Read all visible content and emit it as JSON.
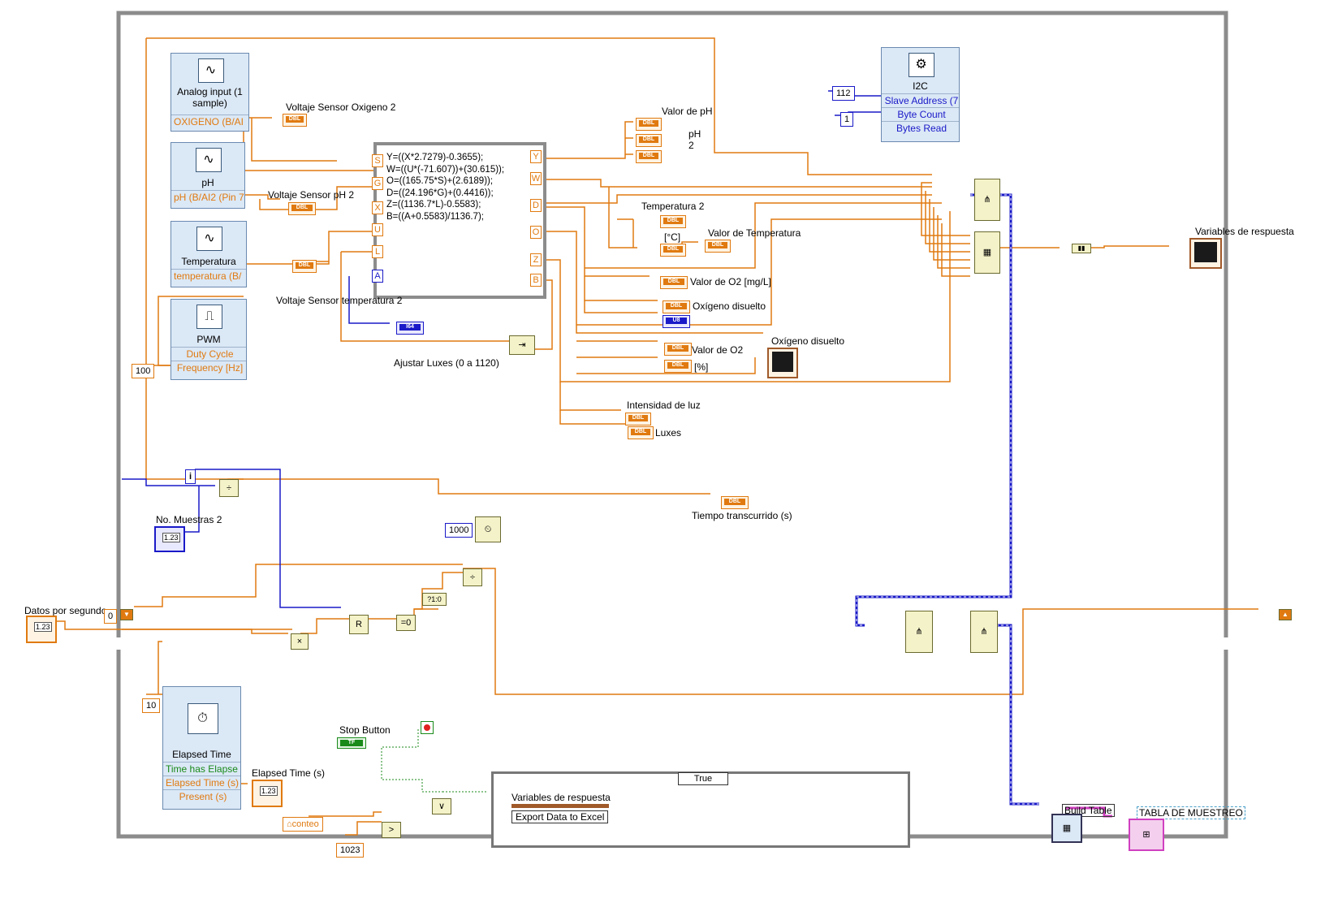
{
  "diagram": {
    "subvis": {
      "analog_input": {
        "title": "Analog input (1 sample)",
        "terminal": "OXIGENO (B/AI"
      },
      "ph": {
        "title": "pH",
        "terminal": "pH (B/AI2 (Pin 7"
      },
      "temperatura": {
        "title": "Temperatura",
        "terminal": "temperatura (B/"
      },
      "pwm": {
        "title": "PWM",
        "terminals": [
          "Duty Cycle",
          "Frequency [Hz]"
        ]
      },
      "i2c": {
        "title": "I2C",
        "terminals": [
          "Slave Address (7",
          "Byte Count",
          "Bytes Read"
        ]
      },
      "elapsed": {
        "title": "Elapsed Time",
        "terminals": [
          "Time has Elapse",
          "Elapsed Time (s)",
          "Present (s)"
        ]
      }
    },
    "labels": {
      "voltaje_oxigeno": "Voltaje Sensor Oxigeno 2",
      "voltaje_ph": "Voltaje Sensor pH 2",
      "voltaje_temp": "Voltaje Sensor temperatura 2",
      "ajustar_luxes": "Ajustar Luxes (0 a 1120)",
      "valor_ph": "Valor de pH",
      "ph2": "pH\n2",
      "temperatura2": "Temperatura  2",
      "celsius": "[°C]",
      "valor_temp": "Valor de Temperatura",
      "valor_o2_mgl": "Valor de O2 [mg/L]",
      "oxigeno_disuelto": "Oxígeno disuelto",
      "oxigeno_disuelto_graph": "Oxígeno disuelto",
      "valor_o2": "Valor de O2",
      "percent": "[%]",
      "intensidad_luz": "Intensidad de luz",
      "luxes": "Luxes",
      "tiempo": "Tiempo transcurrido (s)",
      "no_muestras": "No. Muestras 2",
      "datos_por_segundo": "Datos por segundo",
      "variables_respuesta": "Variables de respuesta",
      "stop_button": "Stop Button",
      "elapsed_time_s": "Elapsed Time (s)",
      "build_table": "Build Table",
      "tabla_muestreo": "TABLA DE MUESTREO",
      "case_variables": "Variables de respuesta",
      "export_excel": "Export Data to Excel",
      "case_selector": "True",
      "conteo": "conteo",
      "conteo2": "conteo"
    },
    "formula": "Y=((X*2.7279)-0.3655);\nW=((U*(-71.607))+(30.615));\nO=((165.75*S)+(2.6189));\nD=((24.196*G)+(0.4416));\nZ=((1136.7*L)-0.5583);\nB=((A+0.5583)/1136.7);",
    "formula_inputs": [
      "S",
      "G",
      "X",
      "U",
      "L",
      "A"
    ],
    "formula_outputs": [
      "Y",
      "W",
      "D",
      "O",
      "Z",
      "B"
    ],
    "constants": {
      "c100": "100",
      "c112": "112",
      "c1": "1",
      "c1000": "1000",
      "c0": "0",
      "c10": "10",
      "c1023": "1023",
      "c0b": "0"
    },
    "tags": {
      "dbl": "DBL",
      "u8": "U8",
      "i64": "I64",
      "tf": "TF",
      "n123": "1.23",
      "iter": "i"
    },
    "colors": {
      "orange_wire": "#e07a10",
      "blue_wire": "#1a1ac8",
      "pink_wire": "#d040c0",
      "frame": "#8c8c8c"
    }
  }
}
